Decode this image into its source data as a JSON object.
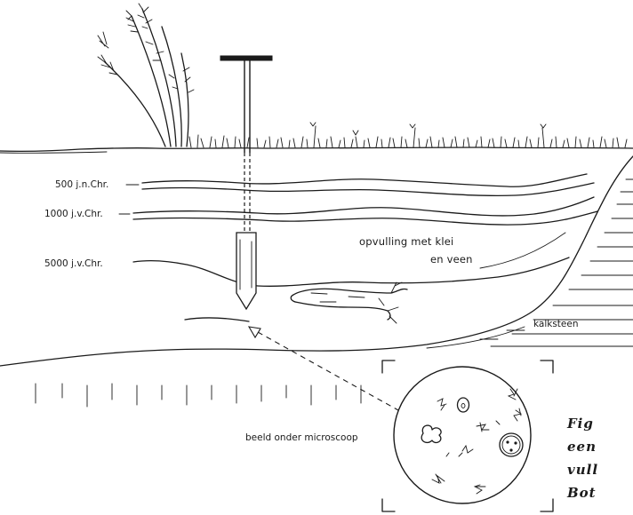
{
  "labels": {
    "age_500_ad": "500 j.n.Chr.",
    "age_1000_bc": "1000 j.v.Chr.",
    "age_5000_bc": "5000 j.v.Chr.",
    "fill_line1": "opvulling met klei",
    "fill_line2": "en veen",
    "limestone": "kalksteen",
    "microscope_view": "beeld onder microscoop"
  },
  "caption": {
    "line1": "Fig",
    "line2": "een",
    "line3": "vull",
    "line4": "Bot"
  },
  "colors": {
    "ink": "#1a1a1a",
    "paper": "#ffffff"
  }
}
